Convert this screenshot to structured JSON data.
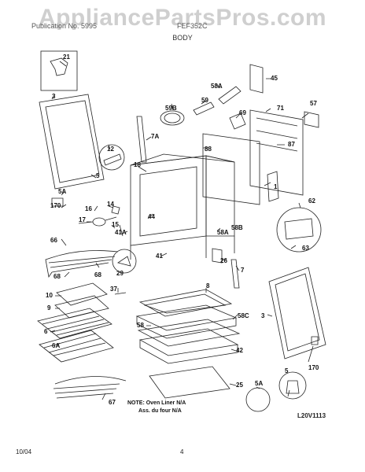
{
  "watermark": "AppliancePartsPros.com",
  "header": {
    "left_text": "Publication No. 5995",
    "model": "FEF352C",
    "title": "BODY"
  },
  "labels": {
    "l21": "21",
    "l3": "3",
    "l45": "45",
    "l58A": "58A",
    "l59": "59",
    "l59B": "59B",
    "l71": "71",
    "l57": "57",
    "l69": "69",
    "l87": "87",
    "l7A": "7A",
    "l88": "88",
    "l12": "12",
    "l18": "18",
    "l5": "5",
    "l5A": "5A",
    "l170": "170",
    "l16": "16",
    "l14": "14",
    "l17": "17",
    "l15": "15",
    "l44": "44",
    "l41A": "41A",
    "l41": "41",
    "l1": "1",
    "l62": "62",
    "l63": "63",
    "l58B": "58B",
    "l58A2": "58A",
    "l26": "26",
    "l7": "7",
    "l66": "66",
    "l68": "68",
    "l68b": "68",
    "l29": "29",
    "l37": "37",
    "l10": "10",
    "l9": "9",
    "l6": "6",
    "l6A": "6A",
    "l8": "8",
    "l58": "58",
    "l58C": "58C",
    "l42": "42",
    "l25": "25",
    "l67": "67",
    "l3b": "3",
    "l170b": "170",
    "l5b": "5",
    "l5Ab": "5A"
  },
  "note": {
    "line1": "NOTE: Oven Liner N/A",
    "line2": "Ass. du four N/A"
  },
  "diagram_code": "L20V1113",
  "footer": {
    "date": "10/04",
    "page": "4"
  }
}
